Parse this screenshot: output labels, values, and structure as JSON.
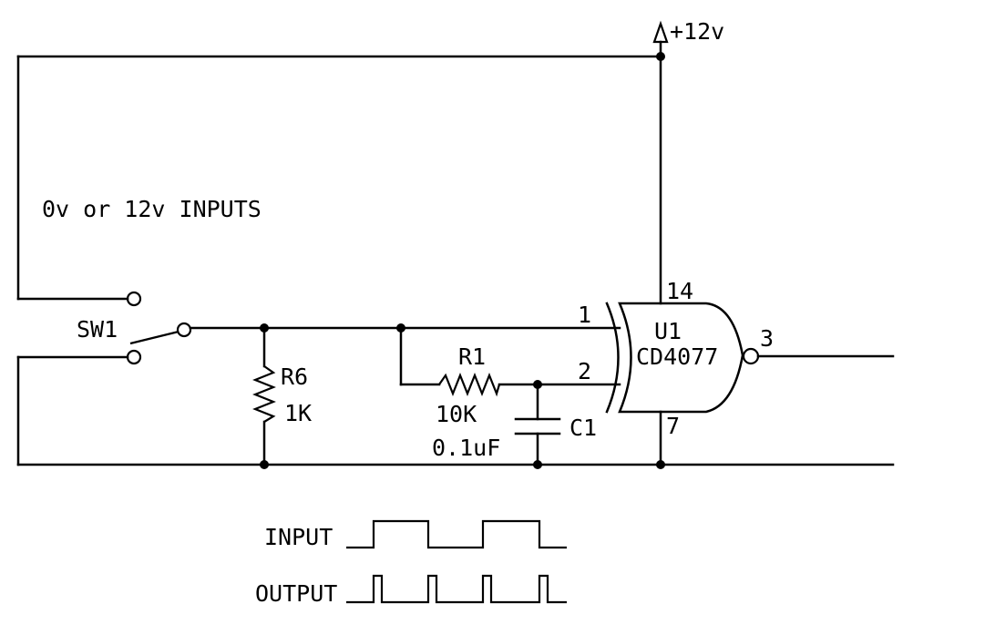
{
  "supply": {
    "label": "+12v"
  },
  "inputs_note": "0v or 12v INPUTS",
  "switch": {
    "ref": "SW1"
  },
  "r6": {
    "ref": "R6",
    "value": "1K"
  },
  "r1": {
    "ref": "R1",
    "value": "10K"
  },
  "c1": {
    "ref": "C1",
    "value": "0.1uF"
  },
  "gate": {
    "ref": "U1",
    "part": "CD4077",
    "pins": {
      "in_a": "1",
      "in_b": "2",
      "out": "3",
      "vdd": "14",
      "vss": "7"
    }
  },
  "waveforms": {
    "input_label": "INPUT",
    "output_label": "OUTPUT"
  },
  "colors": {
    "ink": "#000000",
    "background": "#ffffff"
  }
}
